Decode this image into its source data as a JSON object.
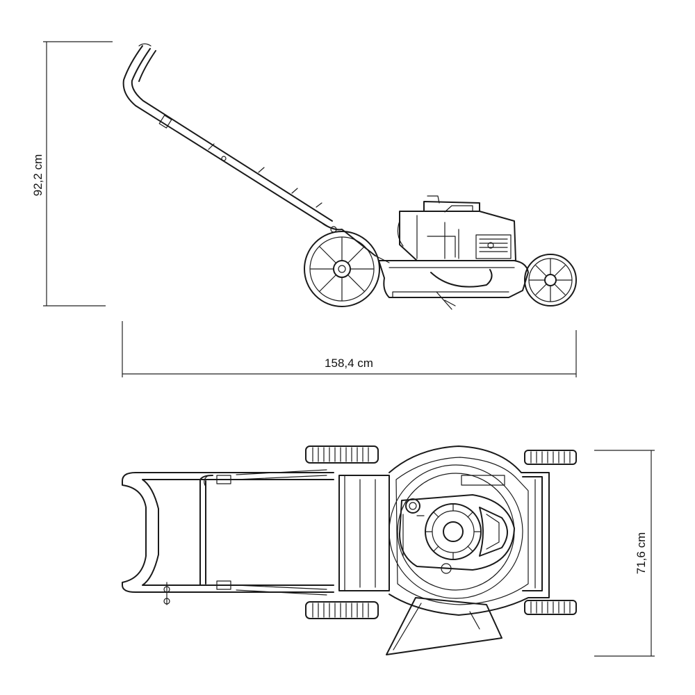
{
  "dimensions": {
    "height": "92,2 cm",
    "length": "158,4 cm",
    "width": "71,6 cm"
  },
  "colors": {
    "line": "#1a1a1a",
    "background": "#ffffff"
  }
}
